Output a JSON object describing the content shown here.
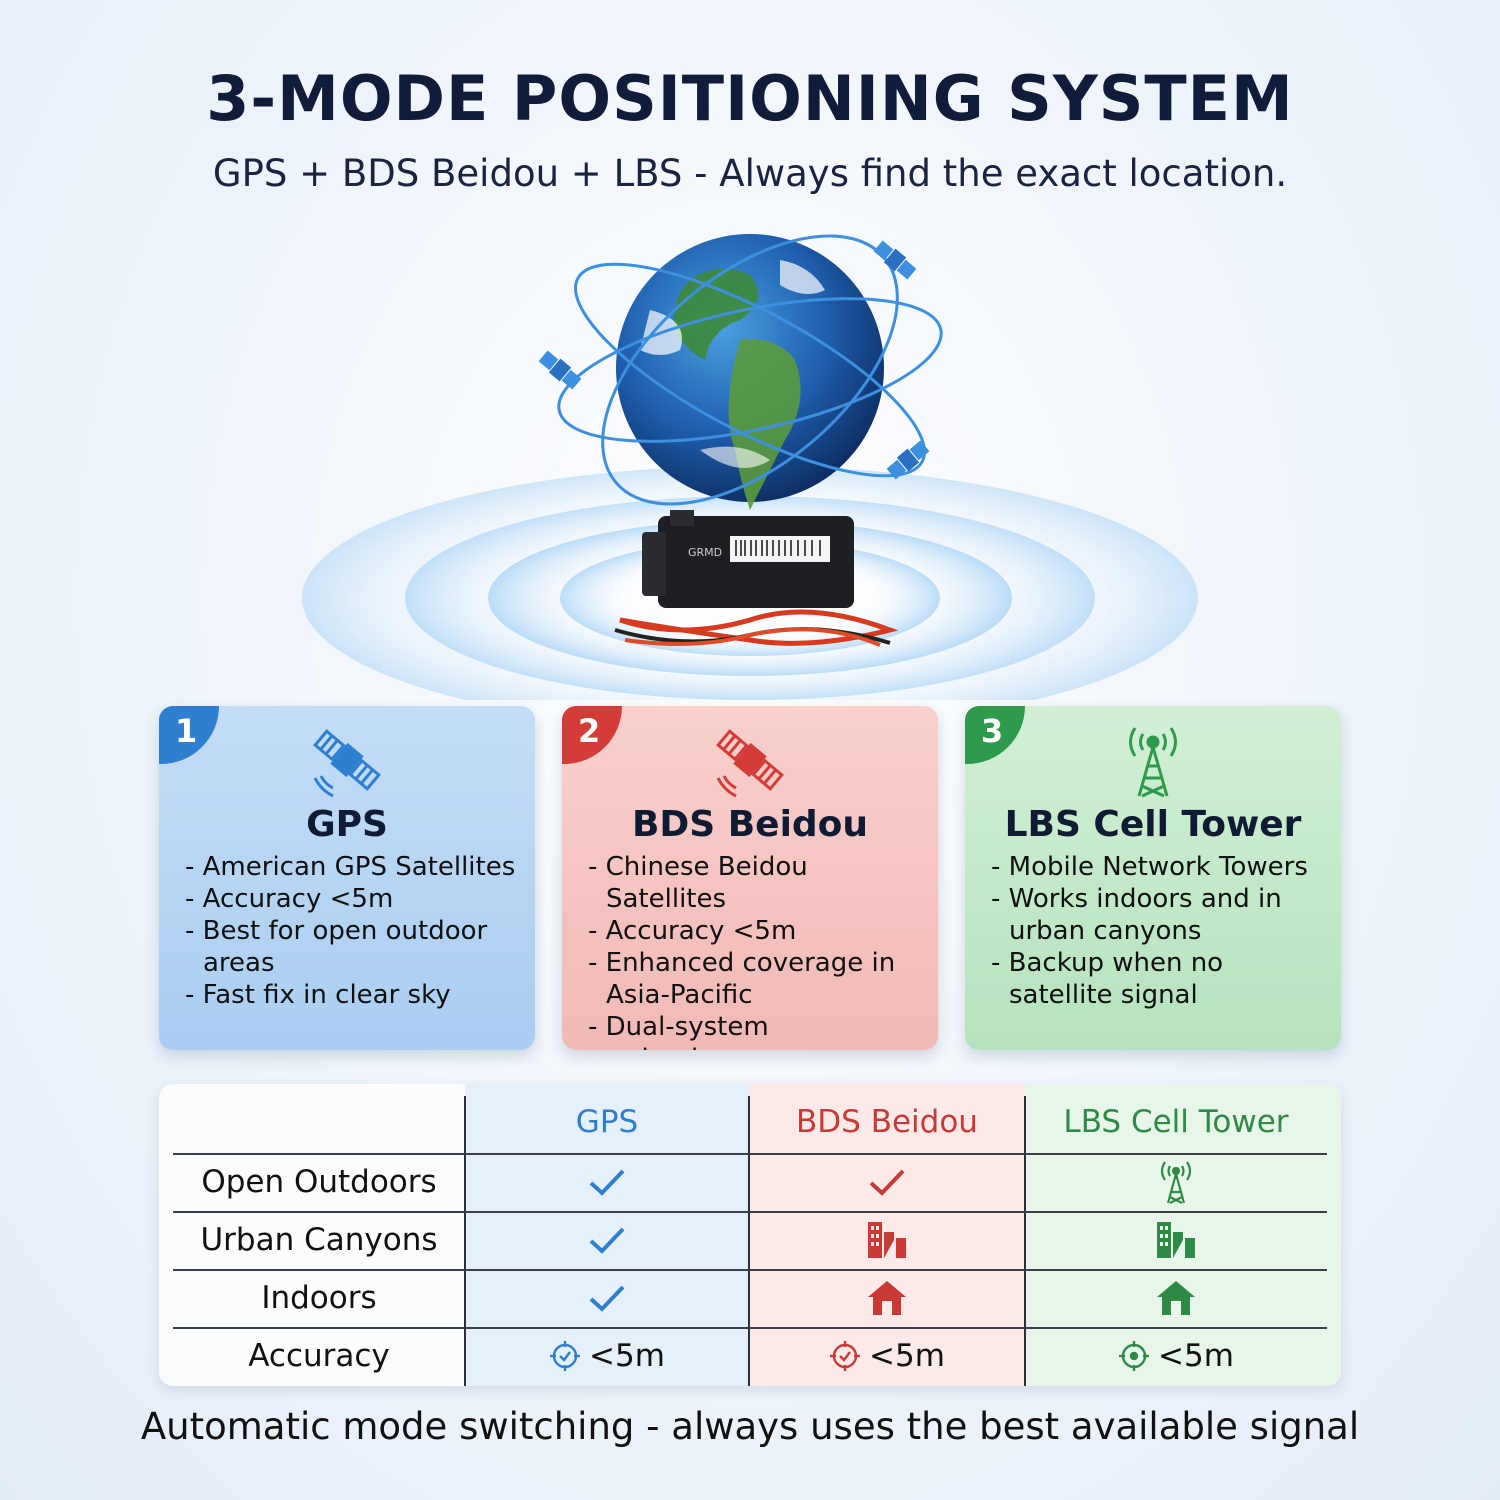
{
  "header": {
    "title": "3-MODE POSITIONING SYSTEM",
    "subtitle": "GPS + BDS Beidou + LBS - Always find the exact location."
  },
  "device": {
    "label": "GRMD"
  },
  "cards": [
    {
      "number": "1",
      "title": "GPS",
      "icon": "satellite-icon",
      "color": "#2f7fd0",
      "bullets": [
        "- American GPS Satellites",
        "- Accuracy <5m",
        "- Best for open outdoor areas",
        "- Fast fix in clear sky"
      ]
    },
    {
      "number": "2",
      "title": "BDS Beidou",
      "icon": "satellite-icon",
      "color": "#d43c38",
      "bullets": [
        "- Chinese Beidou Satellites",
        "- Accuracy <5m",
        "- Enhanced coverage in Asia-Pacific",
        "- Dual-system redundancy"
      ]
    },
    {
      "number": "3",
      "title": "LBS Cell Tower",
      "icon": "cell-tower-icon",
      "color": "#2e9a4c",
      "bullets": [
        "- Mobile Network Towers",
        "- Works indoors and in urban canyons",
        "- Backup when no satellite signal"
      ]
    }
  ],
  "comparison": {
    "columns": [
      "GPS",
      "BDS Beidou",
      "LBS Cell Tower"
    ],
    "column_colors": [
      "#2f7fd0",
      "#c93a36",
      "#2e8a46"
    ],
    "rows": [
      {
        "label": "Open Outdoors",
        "icons": [
          "check-icon",
          "check-icon",
          "cell-tower-icon"
        ]
      },
      {
        "label": "Urban Canyons",
        "icons": [
          "check-icon",
          "buildings-icon",
          "buildings-icon"
        ]
      },
      {
        "label": "Indoors",
        "icons": [
          "check-icon",
          "house-icon",
          "house-icon"
        ]
      },
      {
        "label": "Accuracy",
        "icons": [
          "target-icon",
          "target-icon",
          "target-icon"
        ],
        "values": [
          "<5m",
          "<5m",
          "<5m"
        ]
      }
    ]
  },
  "footer": {
    "text": "Automatic mode switching - always uses the best available signal"
  }
}
